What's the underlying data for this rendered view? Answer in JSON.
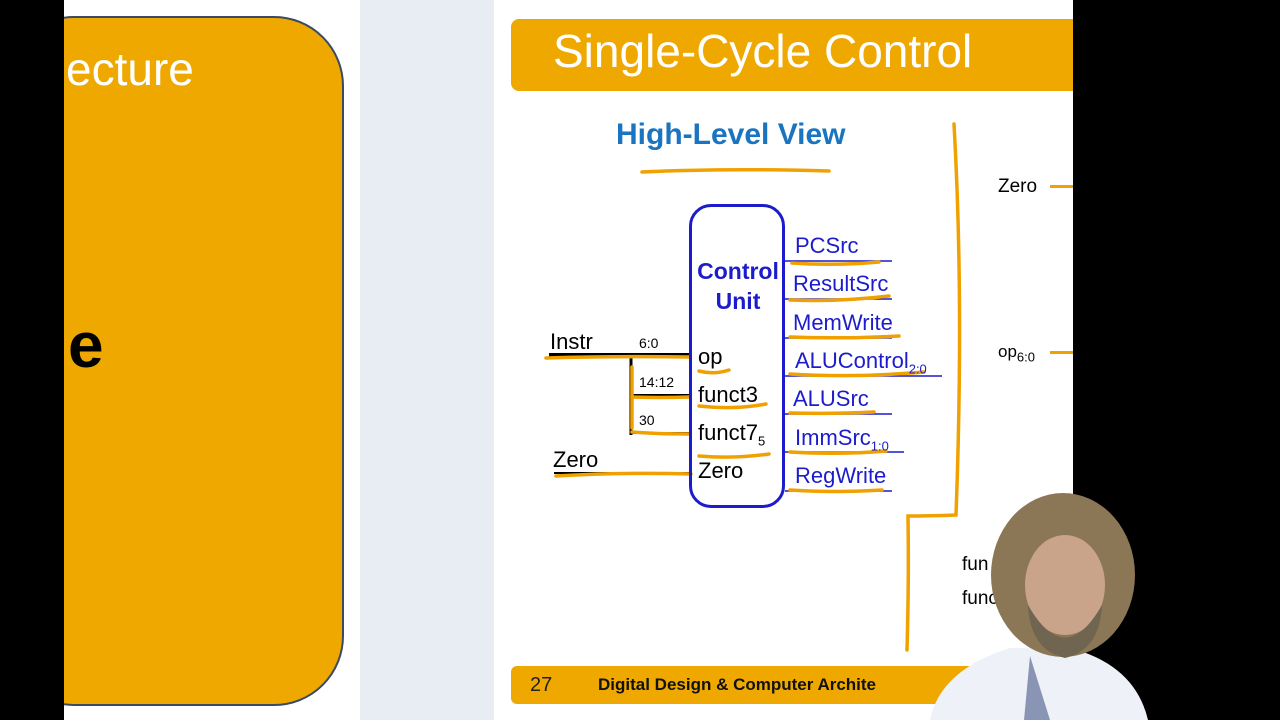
{
  "left_slide": {
    "title_fragment": "ecture",
    "big_fragment": "e"
  },
  "slide": {
    "title": "Single-Cycle Control",
    "subtitle": "High-Level View",
    "control_unit_label": [
      "Control",
      "Unit"
    ],
    "inputs": {
      "instr": "Instr",
      "zero": "Zero",
      "bits_op": "6:0",
      "bits_funct3": "14:12",
      "bits_funct7": "30"
    },
    "ports_in": {
      "op": "op",
      "funct3": "funct3",
      "funct7": "funct7",
      "funct7_sub": "5",
      "zero": "Zero"
    },
    "outputs": [
      {
        "name": "PCSrc",
        "sub": ""
      },
      {
        "name": "ResultSrc",
        "sub": ""
      },
      {
        "name": "MemWrite",
        "sub": ""
      },
      {
        "name": "ALUControl",
        "sub": "2:0"
      },
      {
        "name": "ALUSrc",
        "sub": ""
      },
      {
        "name": "ImmSrc",
        "sub": "1:0"
      },
      {
        "name": "RegWrite",
        "sub": ""
      }
    ],
    "right_partial": {
      "zero": "Zero",
      "op": "op",
      "op_sub": "6:0",
      "func_1": "fun",
      "func_2": "func"
    },
    "footer": {
      "page_number": "27",
      "text": "Digital Design & Computer Archite"
    }
  },
  "colors": {
    "accent_orange": "#eea800",
    "control_blue": "#1c1ccc",
    "heading_blue": "#1a74bf"
  }
}
